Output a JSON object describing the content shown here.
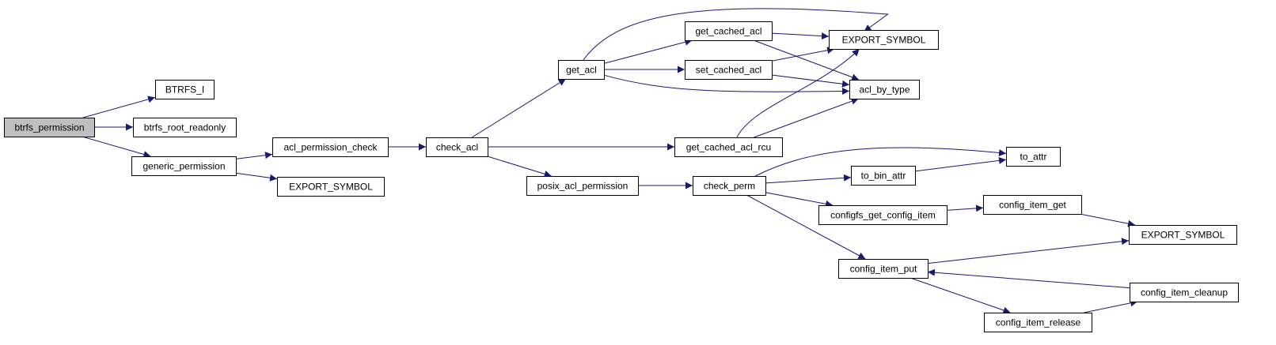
{
  "colors": {
    "edge": "#191970",
    "root_fill": "#bfbfbf",
    "node_fill": "#ffffff",
    "border": "#000000"
  },
  "nodes": [
    {
      "id": "btrfs_permission",
      "label": "btrfs_permission",
      "root": true
    },
    {
      "id": "BTRFS_I",
      "label": "BTRFS_I"
    },
    {
      "id": "btrfs_root_readonly",
      "label": "btrfs_root_readonly"
    },
    {
      "id": "generic_permission",
      "label": "generic_permission"
    },
    {
      "id": "acl_permission_check",
      "label": "acl_permission_check"
    },
    {
      "id": "EXPORT_SYMBOL_a",
      "label": "EXPORT_SYMBOL"
    },
    {
      "id": "check_acl",
      "label": "check_acl"
    },
    {
      "id": "get_acl",
      "label": "get_acl"
    },
    {
      "id": "posix_acl_permission",
      "label": "posix_acl_permission"
    },
    {
      "id": "get_cached_acl",
      "label": "get_cached_acl"
    },
    {
      "id": "set_cached_acl",
      "label": "set_cached_acl"
    },
    {
      "id": "get_cached_acl_rcu",
      "label": "get_cached_acl_rcu"
    },
    {
      "id": "check_perm",
      "label": "check_perm"
    },
    {
      "id": "EXPORT_SYMBOL_b",
      "label": "EXPORT_SYMBOL"
    },
    {
      "id": "acl_by_type",
      "label": "acl_by_type"
    },
    {
      "id": "to_bin_attr",
      "label": "to_bin_attr"
    },
    {
      "id": "configfs_get_config_item",
      "label": "configfs_get_config_item"
    },
    {
      "id": "config_item_put",
      "label": "config_item_put"
    },
    {
      "id": "config_item_release",
      "label": "config_item_release"
    },
    {
      "id": "to_attr",
      "label": "to_attr"
    },
    {
      "id": "config_item_get",
      "label": "config_item_get"
    },
    {
      "id": "EXPORT_SYMBOL_c",
      "label": "EXPORT_SYMBOL"
    },
    {
      "id": "config_item_cleanup",
      "label": "config_item_cleanup"
    }
  ],
  "edges": [
    {
      "from": "btrfs_permission",
      "to": "BTRFS_I"
    },
    {
      "from": "btrfs_permission",
      "to": "btrfs_root_readonly"
    },
    {
      "from": "btrfs_permission",
      "to": "generic_permission"
    },
    {
      "from": "generic_permission",
      "to": "acl_permission_check"
    },
    {
      "from": "generic_permission",
      "to": "EXPORT_SYMBOL_a"
    },
    {
      "from": "acl_permission_check",
      "to": "check_acl"
    },
    {
      "from": "check_acl",
      "to": "get_acl"
    },
    {
      "from": "check_acl",
      "to": "get_cached_acl_rcu"
    },
    {
      "from": "check_acl",
      "to": "posix_acl_permission"
    },
    {
      "from": "get_acl",
      "to": "EXPORT_SYMBOL_b"
    },
    {
      "from": "get_acl",
      "to": "get_cached_acl"
    },
    {
      "from": "get_acl",
      "to": "set_cached_acl"
    },
    {
      "from": "get_acl",
      "to": "acl_by_type"
    },
    {
      "from": "get_cached_acl",
      "to": "EXPORT_SYMBOL_b"
    },
    {
      "from": "get_cached_acl",
      "to": "acl_by_type"
    },
    {
      "from": "set_cached_acl",
      "to": "EXPORT_SYMBOL_b"
    },
    {
      "from": "set_cached_acl",
      "to": "acl_by_type"
    },
    {
      "from": "get_cached_acl_rcu",
      "to": "EXPORT_SYMBOL_b"
    },
    {
      "from": "get_cached_acl_rcu",
      "to": "acl_by_type"
    },
    {
      "from": "posix_acl_permission",
      "to": "check_perm"
    },
    {
      "from": "check_perm",
      "to": "to_attr"
    },
    {
      "from": "check_perm",
      "to": "to_bin_attr"
    },
    {
      "from": "check_perm",
      "to": "configfs_get_config_item"
    },
    {
      "from": "check_perm",
      "to": "config_item_put"
    },
    {
      "from": "to_bin_attr",
      "to": "to_attr"
    },
    {
      "from": "configfs_get_config_item",
      "to": "config_item_get"
    },
    {
      "from": "config_item_get",
      "to": "EXPORT_SYMBOL_c"
    },
    {
      "from": "config_item_put",
      "to": "EXPORT_SYMBOL_c"
    },
    {
      "from": "config_item_put",
      "to": "config_item_release"
    },
    {
      "from": "config_item_release",
      "to": "config_item_cleanup"
    },
    {
      "from": "config_item_cleanup",
      "to": "config_item_put"
    }
  ]
}
